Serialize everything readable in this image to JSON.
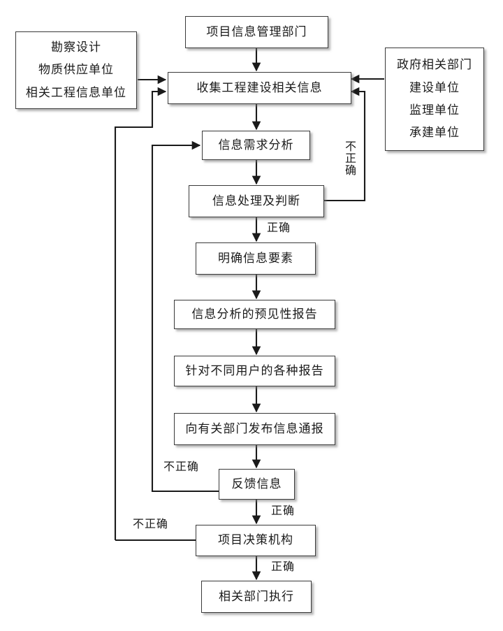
{
  "diagram": {
    "title_text": "",
    "colors": {
      "box_border": "#3a3a3a",
      "box_fill": "#ffffff",
      "arrow": "#1a1a1a",
      "text": "#1a1a1a",
      "background": "#ffffff"
    },
    "nodes": {
      "sources_left": {
        "lines": [
          "勘察设计",
          "物质供应单位",
          "相关工程信息单位"
        ]
      },
      "info_mgmt_dept": {
        "label": "项目信息管理部门"
      },
      "sources_right": {
        "lines": [
          "政府相关部门",
          "建设单位",
          "监理单位",
          "承建单位"
        ]
      },
      "collect_info": {
        "label": "收集工程建设相关信息"
      },
      "demand_analysis": {
        "label": "信息需求分析"
      },
      "process_judge": {
        "label": "信息处理及判断"
      },
      "clarify_elements": {
        "label": "明确信息要素"
      },
      "predictive_report": {
        "label": "信息分析的预见性报告"
      },
      "user_reports": {
        "label": "针对不同用户的各种报告"
      },
      "publish_bulletin": {
        "label": "向有关部门发布信息通报"
      },
      "feedback_info": {
        "label": "反馈信息"
      },
      "decision_body": {
        "label": "项目决策机构"
      },
      "departments_execute": {
        "label": "相关部门执行"
      }
    },
    "edge_labels": {
      "incorrect_process": "不正确",
      "correct_process": "正确",
      "incorrect_feedback": "不正确",
      "correct_feedback": "正确",
      "incorrect_decision": "不正确",
      "correct_decision": "正确"
    }
  }
}
